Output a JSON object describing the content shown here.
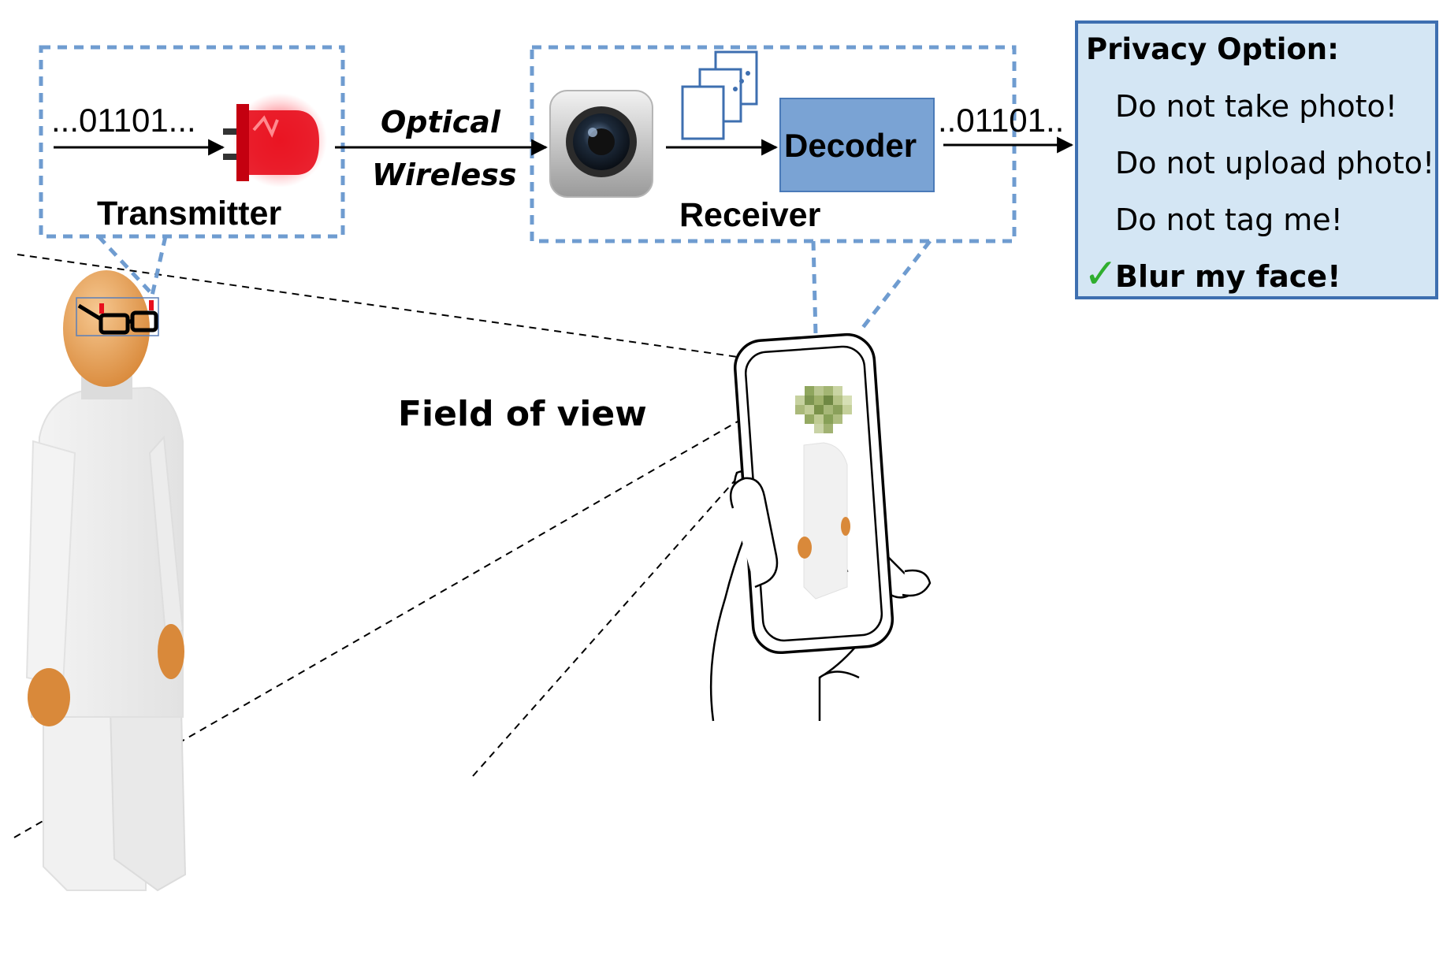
{
  "transmitter": {
    "bits": "...01101...",
    "label": "Transmitter"
  },
  "channel": {
    "line1": "Optical",
    "line2": "Wireless"
  },
  "receiver": {
    "label": "Receiver",
    "decoder_label": "Decoder",
    "output_bits": "..01101.."
  },
  "privacy": {
    "title": "Privacy Option:",
    "options": [
      "Do not take photo!",
      "Do not upload photo!",
      "Do not tag me!",
      "Blur my face!"
    ],
    "selected_index": 3,
    "check_glyph": "✓"
  },
  "field_of_view_label": "Field of view",
  "colors": {
    "dashed_box": "#6f9cd0",
    "decoder_fill": "#7aa3d4",
    "privacy_fill": "#d4e6f4",
    "privacy_border": "#3e6fb0",
    "led_red": "#e8101e",
    "skin": "#e8a45c",
    "check": "#2fae2f"
  }
}
